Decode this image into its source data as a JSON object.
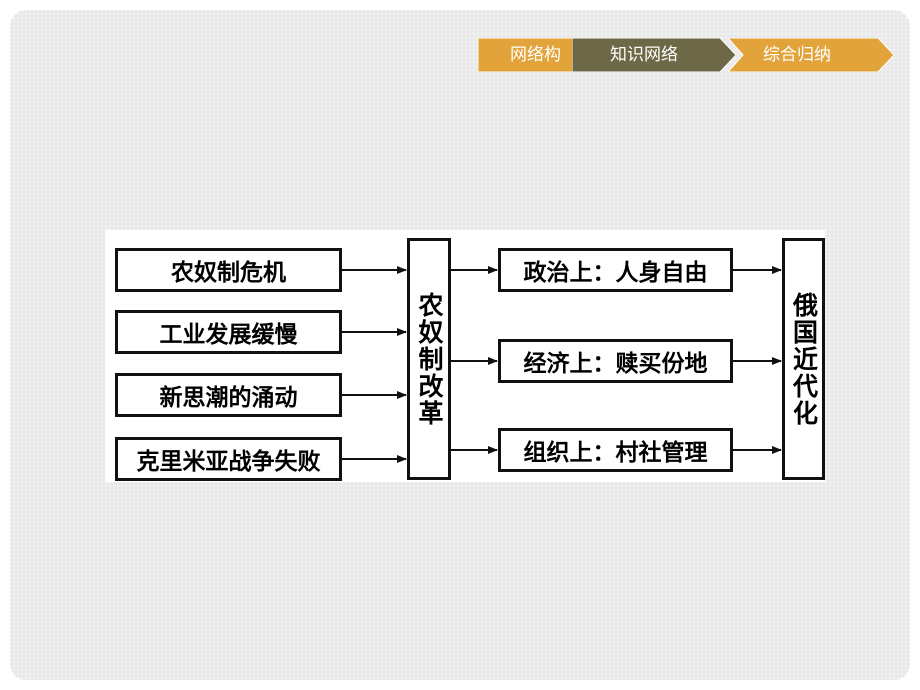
{
  "nav": {
    "tabs": [
      {
        "label": "网络构",
        "color": "#e2a43a",
        "active": false
      },
      {
        "label": "知识网络",
        "color": "#6d6846",
        "active": true
      },
      {
        "label": "综合归纳",
        "color": "#e2a43a",
        "active": false
      }
    ]
  },
  "diagram": {
    "causes": [
      "农奴制危机",
      "工业发展缓慢",
      "新思潮的涌动",
      "克里米亚战争失败"
    ],
    "reform": "农奴制改革",
    "contents": [
      "政治上：人身自由",
      "经济上：赎买份地",
      "组织上：村社管理"
    ],
    "result": "俄国近代化"
  }
}
